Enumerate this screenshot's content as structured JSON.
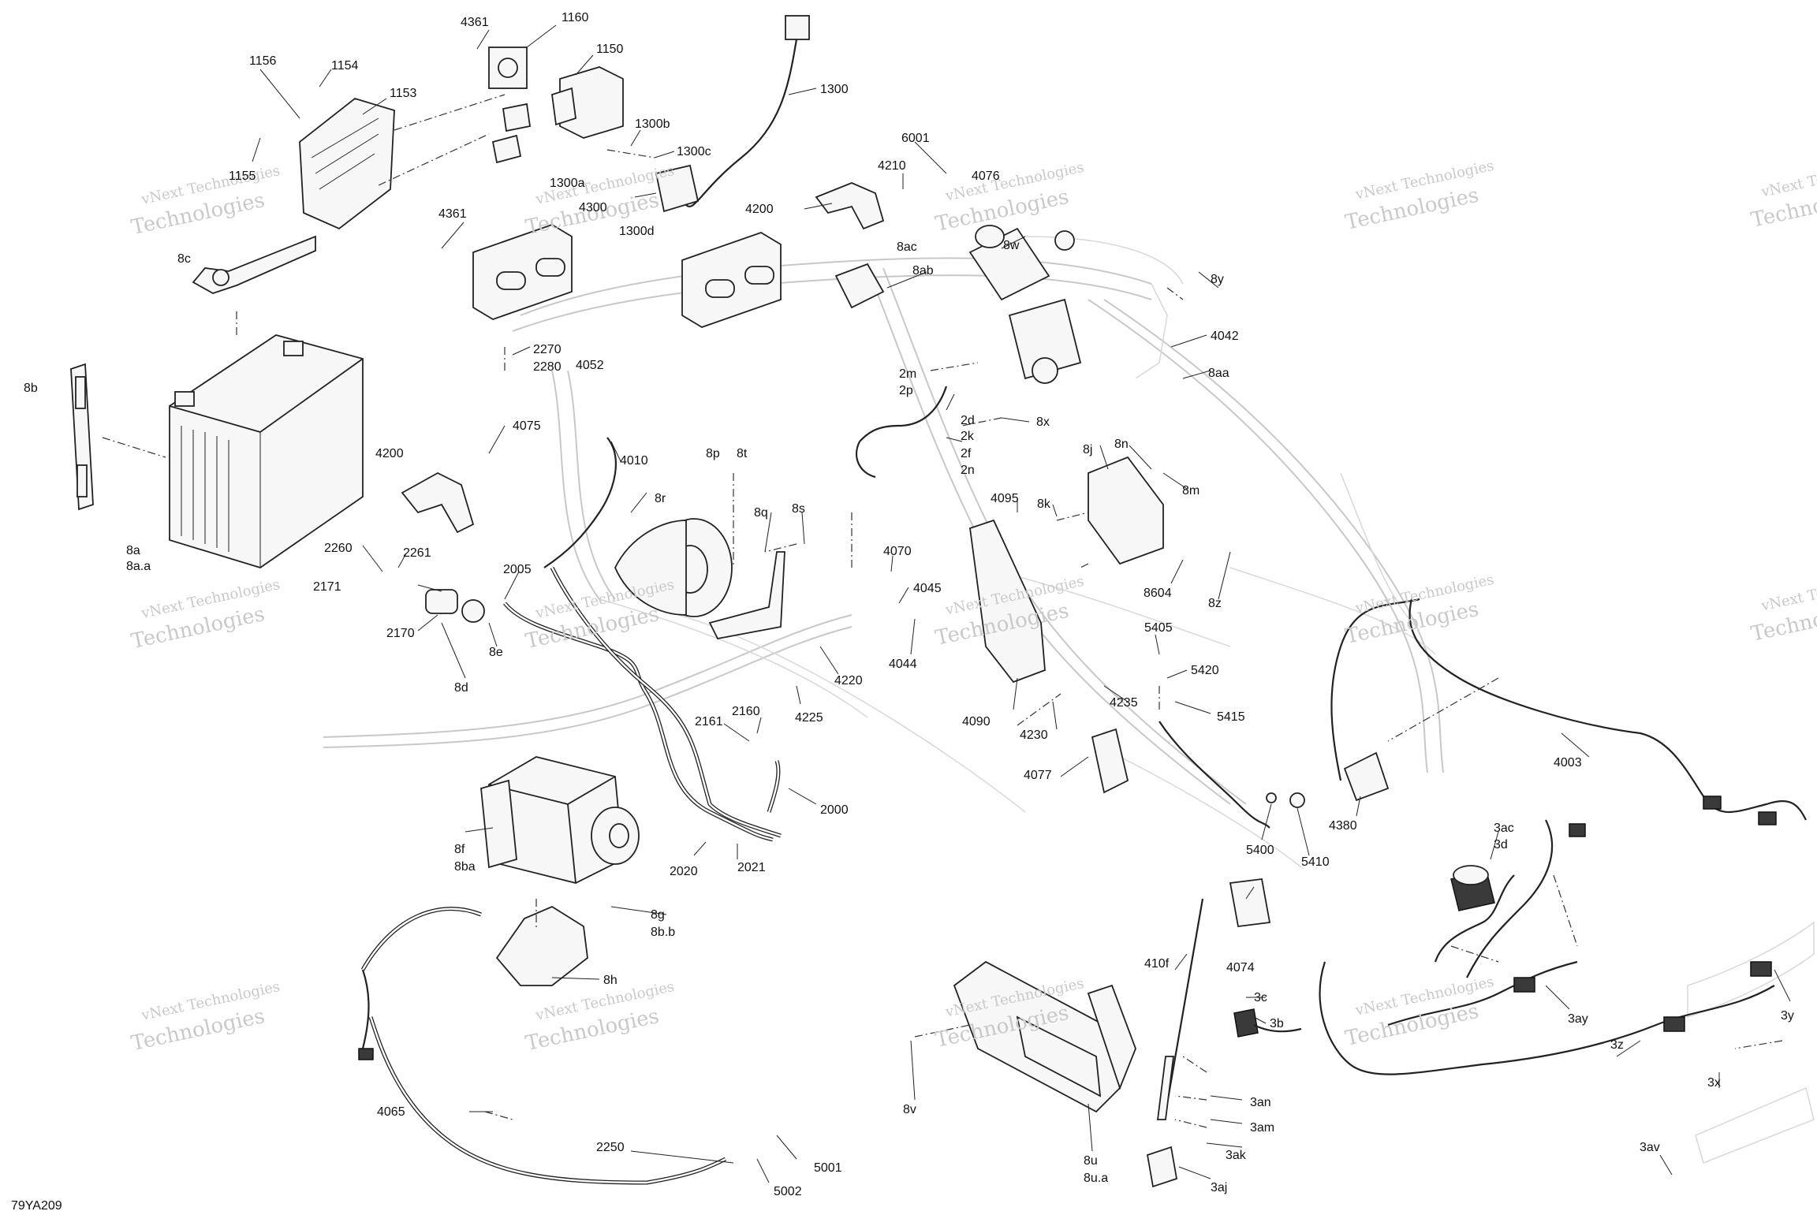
{
  "figure_id": "79YA209",
  "watermark": {
    "line1": "vNext Technologies",
    "line2": "Technologies"
  },
  "labels": {
    "l1156": "1156",
    "l1154": "1154",
    "l1153": "1153",
    "l1155": "1155",
    "l4361a": "4361",
    "l1160": "1160",
    "l1150": "1150",
    "l1300": "1300",
    "l1300b": "1300b",
    "l1300c": "1300c",
    "l1300a": "1300a",
    "l4300": "4300",
    "l1300d": "1300d",
    "l4361b": "4361",
    "l2270": "2270",
    "l2280": "2280",
    "l4052": "4052",
    "l8c": "8c",
    "l8b": "8b",
    "l8a": "8a",
    "l8aa_bat": "8a.a",
    "l6001": "6001",
    "l4210": "4210",
    "l4076": "4076",
    "l4200a": "4200",
    "l8ac": "8ac",
    "l8ab": "8ab",
    "l8w": "8w",
    "l8y": "8y",
    "l4042": "4042",
    "l8aa": "8aa",
    "l2m": "2m",
    "l2p": "2p",
    "l2d": "2d",
    "l2k": "2k",
    "l2f": "2f",
    "l2n": "2n",
    "l8x": "8x",
    "l4075": "4075",
    "l4010": "4010",
    "l4200b": "4200",
    "l8p": "8p",
    "l8t": "8t",
    "l8r": "8r",
    "l8q": "8q",
    "l8s": "8s",
    "l8j": "8j",
    "l8n": "8n",
    "l8m": "8m",
    "l4095": "4095",
    "l8k": "8k",
    "l8604": "8604",
    "l8z": "8z",
    "l2260": "2260",
    "l2261": "2261",
    "l2171": "2171",
    "l2170": "2170",
    "l8d": "8d",
    "l8e": "8e",
    "l2005": "2005",
    "l4070": "4070",
    "l4045": "4045",
    "l4044": "4044",
    "l4220": "4220",
    "l4225": "4225",
    "l5405": "5405",
    "l5420": "5420",
    "l5415": "5415",
    "l4235": "4235",
    "l4230": "4230",
    "l4090": "4090",
    "l4003": "4003",
    "l2161": "2161",
    "l2160": "2160",
    "l4077": "4077",
    "l5400": "5400",
    "l5410": "5410",
    "l4380": "4380",
    "l2000": "2000",
    "l8f": "8f",
    "l8ba": "8ba",
    "l2020": "2020",
    "l2021": "2021",
    "l3ac": "3ac",
    "l3d": "3d",
    "l8g": "8g",
    "l8bb": "8b.b",
    "l8h": "8h",
    "l4074": "4074",
    "l410f": "410f",
    "l3c": "3c",
    "l3b": "3b",
    "l3ay": "3ay",
    "l3y": "3y",
    "l3z": "3z",
    "l3x": "3x",
    "l3an": "3an",
    "l3am": "3am",
    "l3ak": "3ak",
    "l3aj": "3aj",
    "l3av": "3av",
    "l8v": "8v",
    "l8u": "8u",
    "l8ua": "8u.a",
    "l4065": "4065",
    "l2250": "2250",
    "l5001": "5001",
    "l5002": "5002"
  }
}
